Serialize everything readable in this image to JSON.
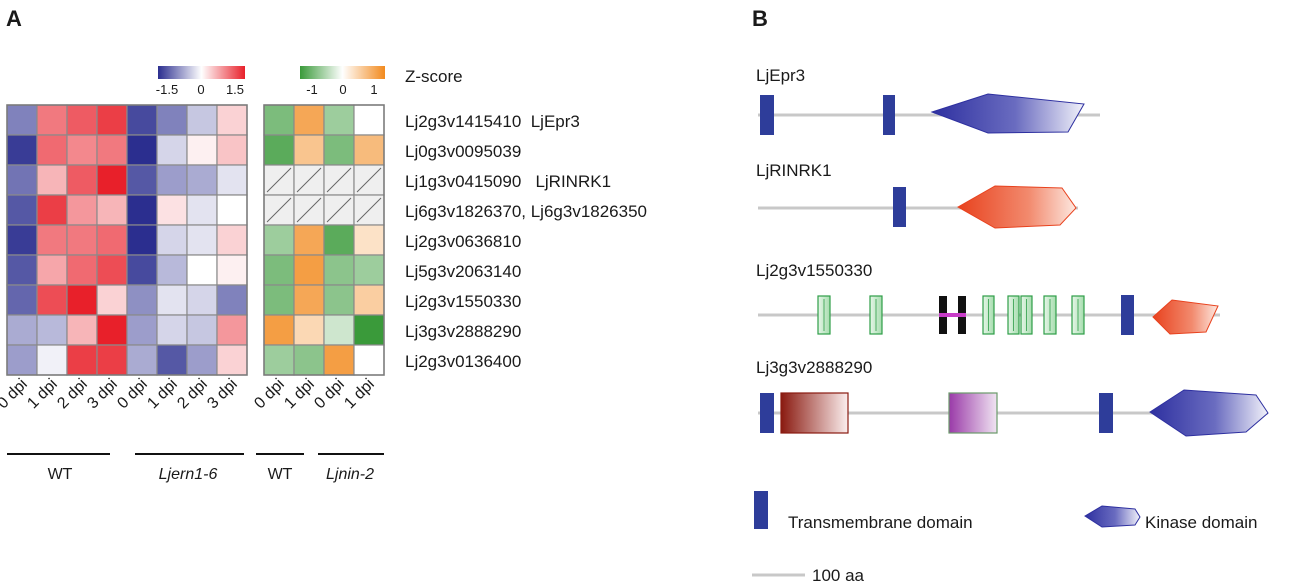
{
  "panel_a": {
    "letter": "A",
    "scale_title": "Z-score",
    "scale_rb": {
      "ticks": [
        "-1.5",
        "0",
        "1.5"
      ],
      "colors": [
        "#2b2e8f",
        "#ffffff",
        "#e8202a"
      ]
    },
    "scale_gw": {
      "ticks": [
        "-1",
        "0",
        "1"
      ],
      "colors": [
        "#3a9a3a",
        "#ffffff",
        "#f28a1e"
      ]
    },
    "rows": [
      "Lj2g3v1415410  LjEpr3",
      "Lj0g3v0095039",
      "Lj1g3v0415090   LjRINRK1",
      "Lj6g3v1826370, Lj6g3v1826350",
      "Lj2g3v0636810",
      "Lj5g3v2063140",
      "Lj2g3v1550330",
      "Lj3g3v2888290",
      "Lj2g3v0136400"
    ],
    "cols_left": [
      "0 dpi",
      "1 dpi",
      "2 dpi",
      "3 dpi",
      "0 dpi",
      "1 dpi",
      "2 dpi",
      "3 dpi"
    ],
    "cols_right": [
      "0 dpi",
      "1 dpi",
      "0 dpi",
      "1 dpi"
    ],
    "groups": [
      {
        "label": "WT",
        "italic": false
      },
      {
        "label": "Ljern1-6",
        "italic": true
      },
      {
        "label": "WT",
        "italic": false
      },
      {
        "label": "Ljnin-2",
        "italic": true
      }
    ],
    "heat_left": [
      [
        -0.9,
        0.9,
        1.1,
        1.3,
        -1.3,
        -0.9,
        -0.4,
        0.3
      ],
      [
        -1.4,
        1.0,
        0.8,
        0.9,
        -1.5,
        -0.3,
        0.1,
        0.4
      ],
      [
        -1.0,
        0.5,
        1.1,
        1.5,
        -1.2,
        -0.7,
        -0.6,
        -0.2
      ],
      [
        -1.2,
        1.3,
        0.7,
        0.5,
        -1.6,
        0.2,
        -0.2,
        0.0
      ],
      [
        -1.4,
        0.9,
        0.9,
        1.0,
        -1.5,
        -0.3,
        -0.2,
        0.3
      ],
      [
        -1.2,
        0.6,
        1.0,
        1.2,
        -1.3,
        -0.5,
        0.0,
        0.1
      ],
      [
        -1.1,
        1.2,
        1.5,
        0.3,
        -0.8,
        -0.2,
        -0.3,
        -0.9
      ],
      [
        -0.6,
        -0.5,
        0.5,
        1.6,
        -0.7,
        -0.3,
        -0.4,
        0.7
      ],
      [
        -0.7,
        -0.1,
        1.3,
        1.3,
        -0.6,
        -1.2,
        -0.7,
        0.3
      ]
    ],
    "heat_right": [
      [
        -0.8,
        0.9,
        -0.6,
        0.0
      ],
      [
        -1.0,
        0.6,
        -0.8,
        0.7
      ],
      [
        null,
        null,
        null,
        null
      ],
      [
        null,
        null,
        null,
        null
      ],
      [
        -0.6,
        0.9,
        -1.0,
        0.3
      ],
      [
        -0.8,
        1.0,
        -0.7,
        -0.6
      ],
      [
        -0.8,
        0.9,
        -0.7,
        0.5
      ],
      [
        1.0,
        0.4,
        -0.3,
        -1.4
      ],
      [
        -0.6,
        -0.7,
        1.0,
        0.0
      ]
    ]
  },
  "panel_b": {
    "letter": "B",
    "proteins": [
      {
        "name": "LjEpr3"
      },
      {
        "name": "LjRINRK1"
      },
      {
        "name": "Lj2g3v1550330"
      },
      {
        "name": "Lj3g3v2888290"
      }
    ],
    "legend": {
      "tm_label": "Transmembrane domain",
      "kinase_label": "Kinase domain",
      "scale_label": "100 aa"
    },
    "colors": {
      "tm": "#2e3d9a",
      "kinase_blue": "#2e30a0",
      "kinase_red": "#e8421e",
      "lrr_green": "#2e9e48",
      "brown": "#8a1a10",
      "purple": "#9a3aa8",
      "backbone": "#c8c8c8"
    }
  }
}
